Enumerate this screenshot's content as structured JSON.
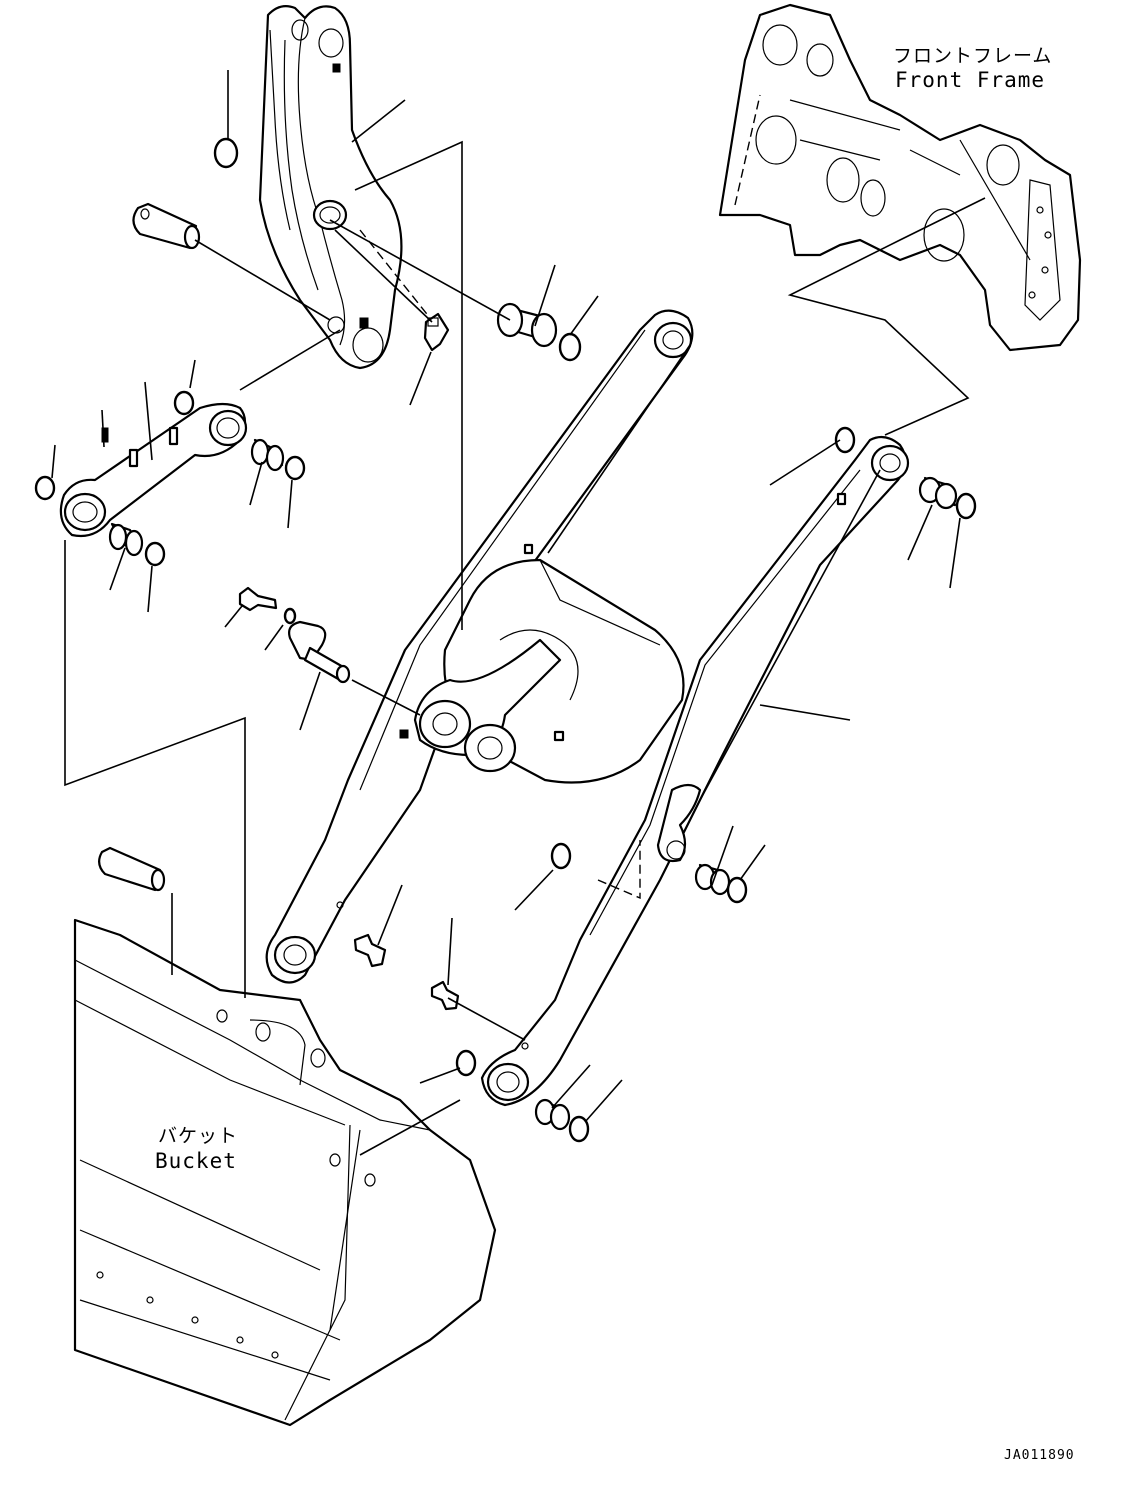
{
  "labels": {
    "front_frame_jp": "フロントフレーム",
    "front_frame_en": "Front Frame",
    "bucket_jp": "バケット",
    "bucket_en": "Bucket",
    "drawing_code": "JA011890"
  },
  "icons": [
    "bellcrank-part",
    "link-part",
    "lift-arm-part",
    "bucket-part",
    "front-frame-part",
    "bushing-part",
    "o-ring-part",
    "pin-part",
    "grease-fitting-part",
    "bolt-part"
  ]
}
